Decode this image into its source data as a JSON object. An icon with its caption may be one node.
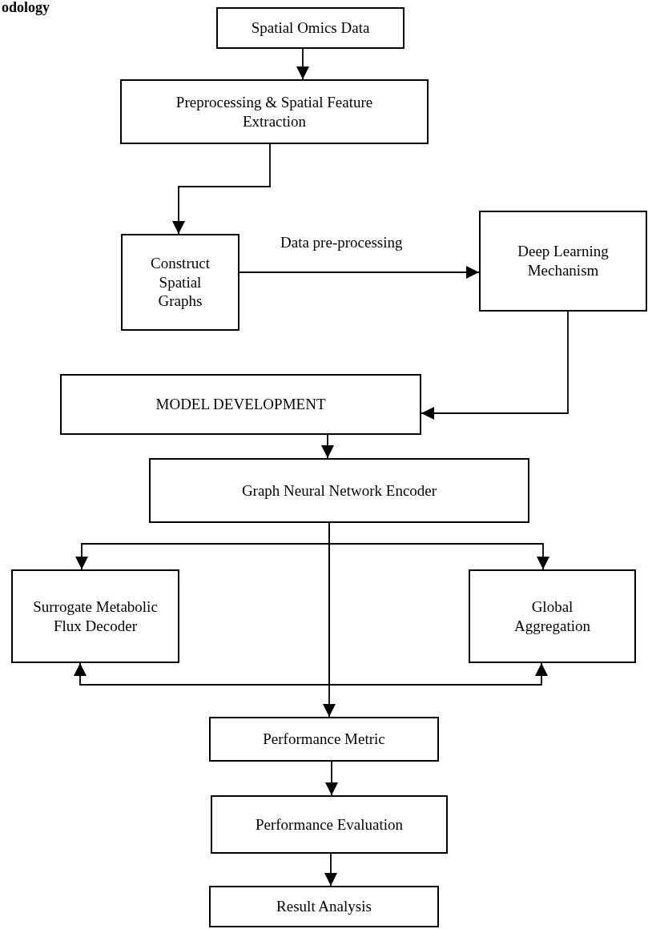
{
  "diagram": {
    "title": "odology",
    "nodes": [
      {
        "text": [
          "Spatial Omics Data"
        ]
      },
      {
        "text": [
          "Preprocessing & Spatial Feature Extraction"
        ]
      },
      {
        "text": [
          "Construct Spatial Graphs"
        ]
      },
      {
        "text": [
          "Deep Learning Mechanism"
        ]
      },
      {
        "text": [
          "MODEL DEVELOPMENT"
        ]
      },
      {
        "text": [
          "Graph Neural Network Encoder"
        ]
      },
      {
        "text": [
          "Surrogate Metabolic Flux Decoder"
        ]
      },
      {
        "text": [
          "Global Aggregation"
        ]
      },
      {
        "text": [
          "Performance Metric"
        ]
      },
      {
        "text": [
          "Performance Evaluation"
        ]
      },
      {
        "text": [
          "Result Analysis"
        ]
      }
    ],
    "edges": [
      {
        "from": 0,
        "to": 1,
        "arrow": "to"
      },
      {
        "from": 1,
        "to": 2,
        "arrow": "to"
      },
      {
        "from": 2,
        "to": 3,
        "arrow": "to",
        "label": "Data pre-processing"
      },
      {
        "from": 3,
        "to": 4,
        "arrow": "to"
      },
      {
        "from": 4,
        "to": 5,
        "arrow": "to"
      },
      {
        "from": 5,
        "to": 6,
        "arrow": "to"
      },
      {
        "from": 5,
        "to": 7,
        "arrow": "to"
      },
      {
        "from": 5,
        "to": 8,
        "arrow": "to"
      },
      {
        "from": 5,
        "to": 6,
        "arrow": "to"
      },
      {
        "from": 5,
        "to": 7,
        "arrow": "to"
      },
      {
        "from": 8,
        "to": 9,
        "arrow": "to"
      },
      {
        "from": 9,
        "to": 10,
        "arrow": "to"
      }
    ]
  }
}
